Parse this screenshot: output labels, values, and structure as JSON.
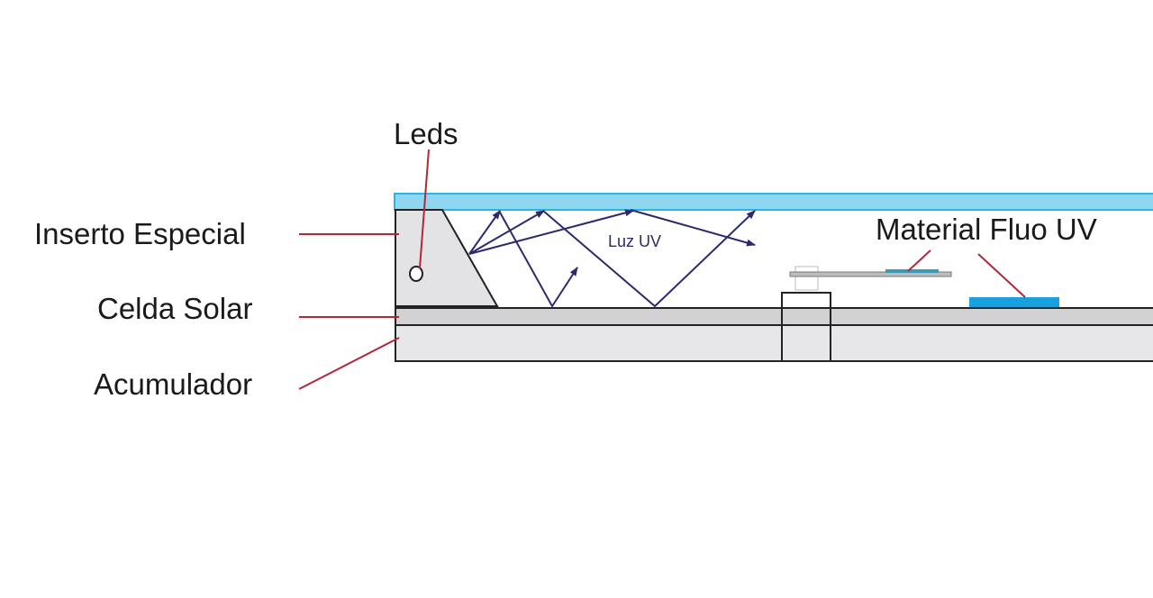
{
  "labels": {
    "leds": "Leds",
    "inserto": "Inserto Especial",
    "celda": "Celda Solar",
    "acumulador": "Acumulador",
    "material": "Material Fluo UV",
    "luz": "Luz UV"
  },
  "colors": {
    "glass": "#8fd6f0",
    "glass_edge": "#29b6e6",
    "ray": "#2b2a6e",
    "leader": "#b0283a",
    "fluo": "#1aa0dc",
    "fluo_small": "#3a9ab8",
    "cell": "#d2d2d4",
    "battery": "#e7e7e9",
    "insert": "#e3e3e5"
  }
}
